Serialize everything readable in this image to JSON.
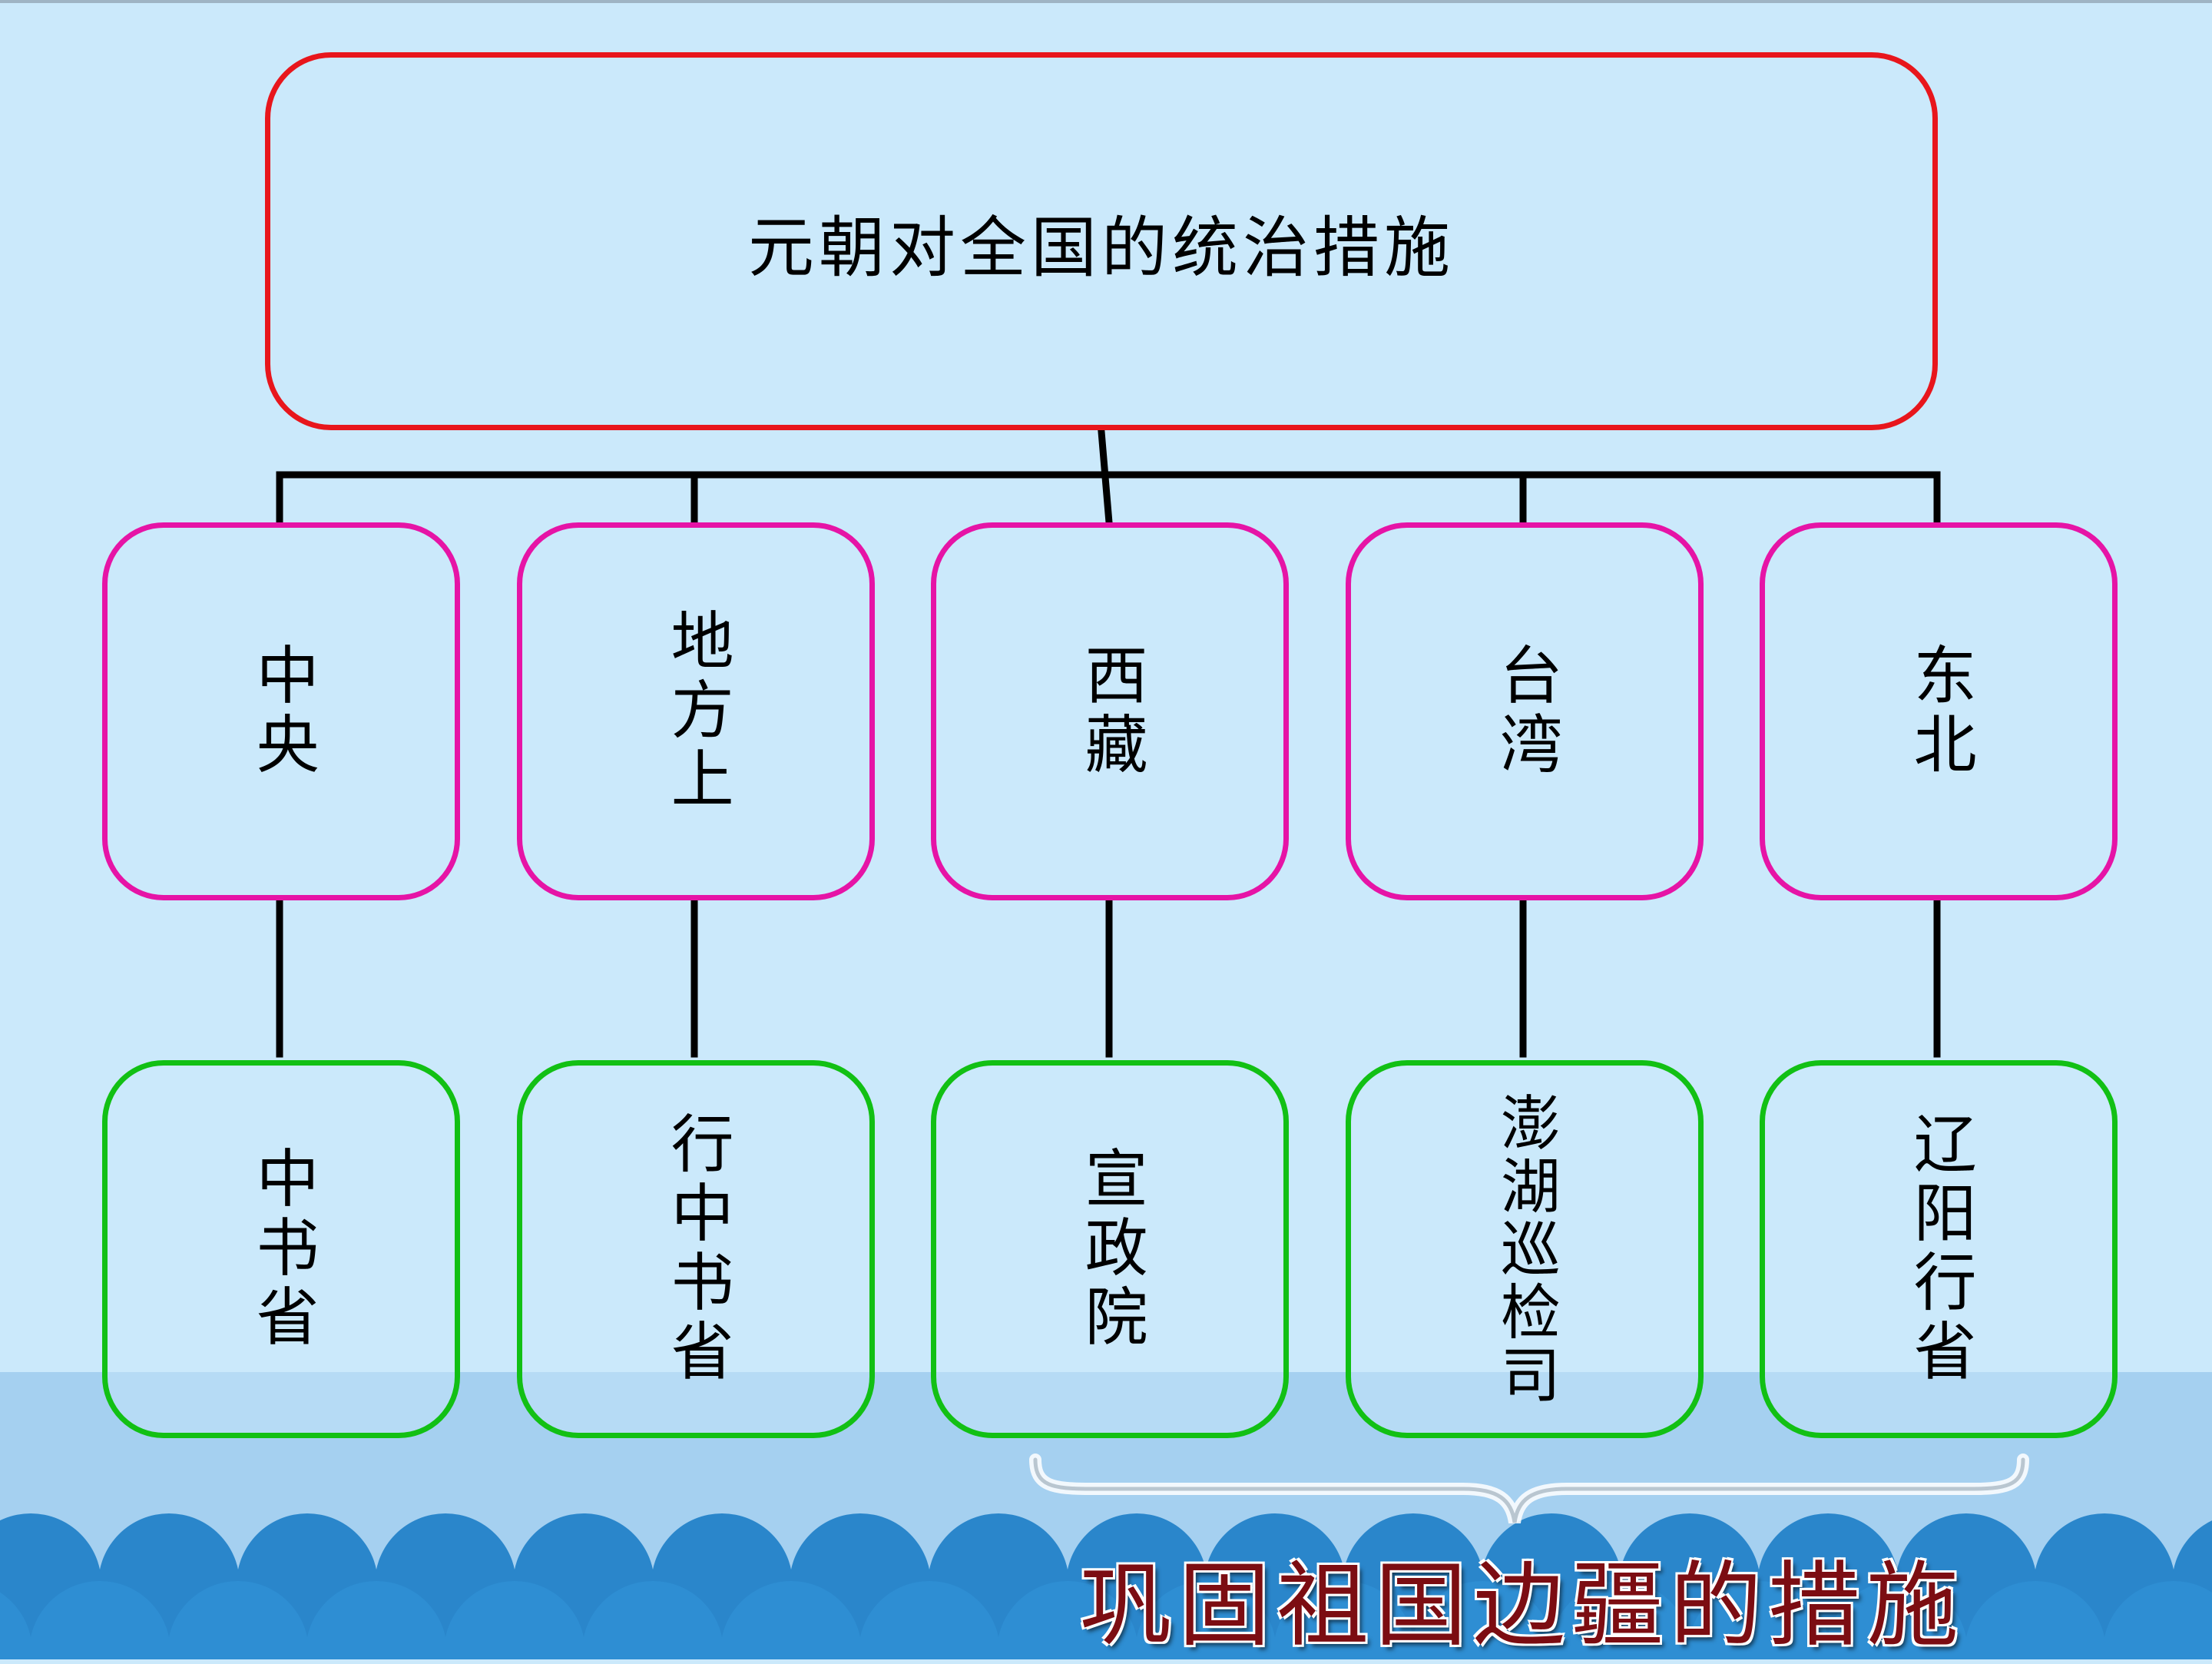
{
  "root": {
    "label": "元朝对全国的统治措施"
  },
  "regions": [
    {
      "key": "central",
      "label": "中央",
      "measure": "中书省"
    },
    {
      "key": "local",
      "label": "地方上",
      "measure": "行中书省"
    },
    {
      "key": "tibet",
      "label": "西藏",
      "measure": "宣政院"
    },
    {
      "key": "taiwan",
      "label": "台湾",
      "measure": "澎湖巡检司"
    },
    {
      "key": "northeast",
      "label": "东北",
      "measure": "辽阳行省"
    }
  ],
  "caption": "巩固祖国边疆的措施",
  "colors": {
    "background": "#cbe9fb",
    "root_border": "#e8161c",
    "region_border": "#e614a6",
    "measure_border": "#12c014",
    "wave": "#2a86cb",
    "caption_text": "#7c0d12"
  }
}
